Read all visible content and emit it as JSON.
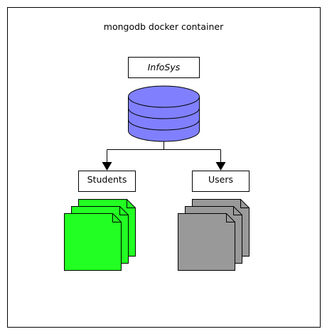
{
  "diagram": {
    "title": "mongodb docker container",
    "database": {
      "label": "InfoSys",
      "color": "#8080ff"
    },
    "collections": [
      {
        "label": "Students",
        "doc_color": "#22ff22",
        "doc_count": 3
      },
      {
        "label": "Users",
        "doc_color": "#999999",
        "doc_count": 3
      }
    ]
  }
}
